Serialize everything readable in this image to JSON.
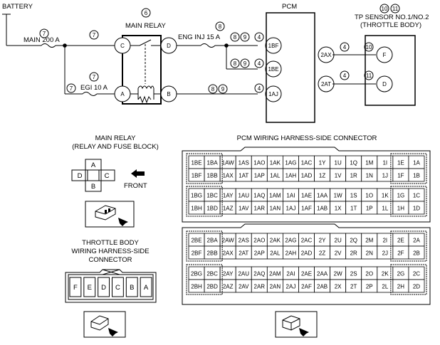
{
  "top": {
    "battery": "BATTERY",
    "main_fuse": "MAIN 200 A",
    "egi_fuse": "EGI 10 A",
    "inj_fuse": "ENG INJ 15 A",
    "relay_title": "MAIN RELAY",
    "pcm_title": "PCM",
    "tp_title_1": "TP SENSOR NO.1/NO.2",
    "tp_title_2": "(THROTTLE BODY)",
    "n6": "6",
    "n7": "7",
    "n8": "8",
    "n9": "9",
    "n4": "4",
    "n10": "10",
    "n11": "11",
    "relay_pins": [
      "C",
      "D",
      "A",
      "B"
    ],
    "pcm_pins": [
      "1BF",
      "1BE",
      "1AJ",
      "2AX",
      "2AT"
    ],
    "tp_pins": [
      "F",
      "D"
    ]
  },
  "relay_block": {
    "title_1": "MAIN RELAY",
    "title_2": "(RELAY AND FUSE BLOCK)",
    "cells": [
      "A",
      "D",
      "C",
      "B"
    ],
    "front": "FRONT"
  },
  "throttle": {
    "title_1": "THROTTLE BODY",
    "title_2": "WIRING HARNESS-SIDE",
    "title_3": "CONNECTOR",
    "pins": [
      "F",
      "E",
      "D",
      "C",
      "B",
      "A"
    ]
  },
  "pcm_connector": {
    "title": "PCM WIRING HARNESS-SIDE CONNECTOR",
    "row1": [
      [
        "1BE",
        "1BA",
        "1AW",
        "1AS",
        "1AO",
        "1AK",
        "1AG",
        "1AC",
        "1Y",
        "1U",
        "1Q",
        "1M",
        "1I",
        "1E",
        "1A"
      ],
      [
        "1BF",
        "1BB",
        "1AX",
        "1AT",
        "1AP",
        "1AL",
        "1AH",
        "1AD",
        "1Z",
        "1V",
        "1R",
        "1N",
        "1J",
        "1F",
        "1B"
      ]
    ],
    "row2": [
      [
        "1BG",
        "1BC",
        "1AY",
        "1AU",
        "1AQ",
        "1AM",
        "1AI",
        "1AE",
        "1AA",
        "1W",
        "1S",
        "1O",
        "1K",
        "1G",
        "1C"
      ],
      [
        "1BH",
        "1BD",
        "1AZ",
        "1AV",
        "1AR",
        "1AN",
        "1AJ",
        "1AF",
        "1AB",
        "1X",
        "1T",
        "1P",
        "1L",
        "1H",
        "1D"
      ]
    ],
    "row3": [
      [
        "2BE",
        "2BA",
        "2AW",
        "2AS",
        "2AO",
        "2AK",
        "2AG",
        "2AC",
        "2Y",
        "2U",
        "2Q",
        "2M",
        "2I",
        "2E",
        "2A"
      ],
      [
        "2BF",
        "2BB",
        "2AX",
        "2AT",
        "2AP",
        "2AL",
        "2AH",
        "2AD",
        "2Z",
        "2V",
        "2R",
        "2N",
        "2J",
        "2F",
        "2B"
      ]
    ],
    "row4": [
      [
        "2BG",
        "2BC",
        "2AY",
        "2AU",
        "2AQ",
        "2AM",
        "2AI",
        "2AE",
        "2AA",
        "2W",
        "2S",
        "2O",
        "2K",
        "2G",
        "2C"
      ],
      [
        "2BH",
        "2BD",
        "2AZ",
        "2AV",
        "2AR",
        "2AN",
        "2AJ",
        "2AF",
        "2AB",
        "2X",
        "2T",
        "2P",
        "2L",
        "2H",
        "2D"
      ]
    ]
  }
}
